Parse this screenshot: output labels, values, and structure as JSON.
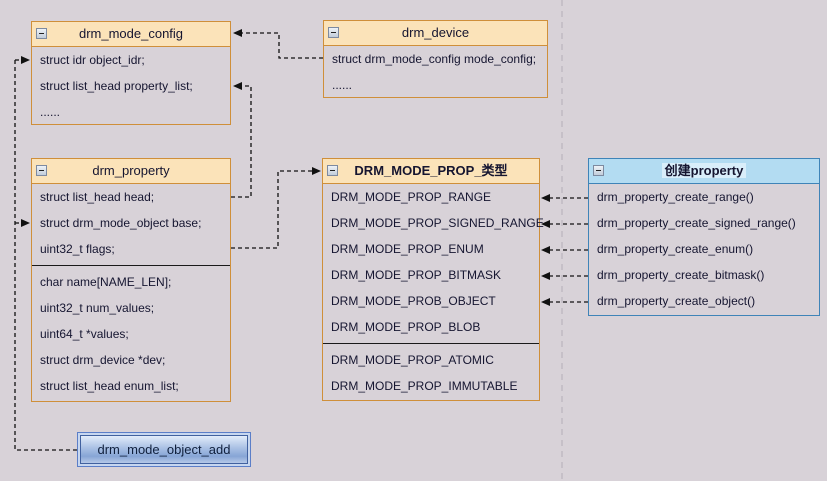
{
  "colors": {
    "page_bg": "#d8d2d8",
    "orange_border": "#cf8f3a",
    "orange_header_bg": "#fbe3b9",
    "blue_border": "#3f84b8",
    "blue_header_bg": "#b3dcf2",
    "button_border": "#5b7ec8",
    "connector": "#111111",
    "text": "#151530"
  },
  "icons": {
    "collapse": "minus-square"
  },
  "boxes": {
    "drm_mode_config": {
      "title": "drm_mode_config",
      "rows": [
        "struct idr object_idr;",
        "struct list_head property_list;",
        "......"
      ]
    },
    "drm_device": {
      "title": "drm_device",
      "rows": [
        "struct drm_mode_config mode_config;",
        "......"
      ]
    },
    "drm_property": {
      "title": "drm_property",
      "rows": [
        "struct list_head head;",
        "struct drm_mode_object base;",
        "uint32_t flags;"
      ],
      "rows2": [
        "char name[NAME_LEN];",
        "uint32_t num_values;",
        "uint64_t *values;",
        "struct drm_device *dev;",
        "struct list_head enum_list;"
      ]
    },
    "prop_types": {
      "title": "DRM_MODE_PROP_类型",
      "rows": [
        "DRM_MODE_PROP_RANGE",
        "DRM_MODE_PROP_SIGNED_RANGE",
        "DRM_MODE_PROP_ENUM",
        "DRM_MODE_PROP_BITMASK",
        "DRM_MODE_PROB_OBJECT",
        "DRM_MODE_PROP_BLOB"
      ],
      "rows2": [
        "DRM_MODE_PROP_ATOMIC",
        "DRM_MODE_PROP_IMMUTABLE"
      ]
    },
    "create_property": {
      "title": "创建property",
      "rows": [
        "drm_property_create_range()",
        "drm_property_create_signed_range()",
        "drm_property_create_enum()",
        "drm_property_create_bitmask()",
        "drm_property_create_object()"
      ]
    },
    "object_add": {
      "label": "drm_mode_object_add"
    }
  }
}
